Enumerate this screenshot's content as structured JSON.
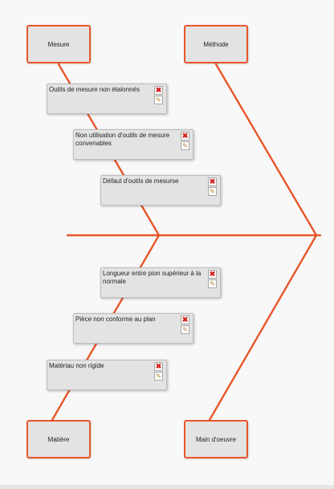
{
  "categories": {
    "mesure": "Mesure",
    "methode": "Méthode",
    "matiere": "Matière",
    "main_oeuvre": "Main d'oeuvre"
  },
  "causes": [
    {
      "text": "Outils de mesure non étalonnés"
    },
    {
      "text": "Non utilisation d'outils de mesure convenables"
    },
    {
      "text": "Défaut d'outils de mesurse"
    },
    {
      "text": "Longueur entre pion supérieur à la normale"
    },
    {
      "text": "Pièce non conforme au plan"
    },
    {
      "text": "Matériau non rigide"
    }
  ],
  "icons": {
    "delete": "delete-icon",
    "edit": "edit-icon"
  },
  "colors": {
    "accent": "#e8562a",
    "box": "#e3e3e3",
    "background": "#f8f8f8",
    "delete": "#d32020"
  }
}
